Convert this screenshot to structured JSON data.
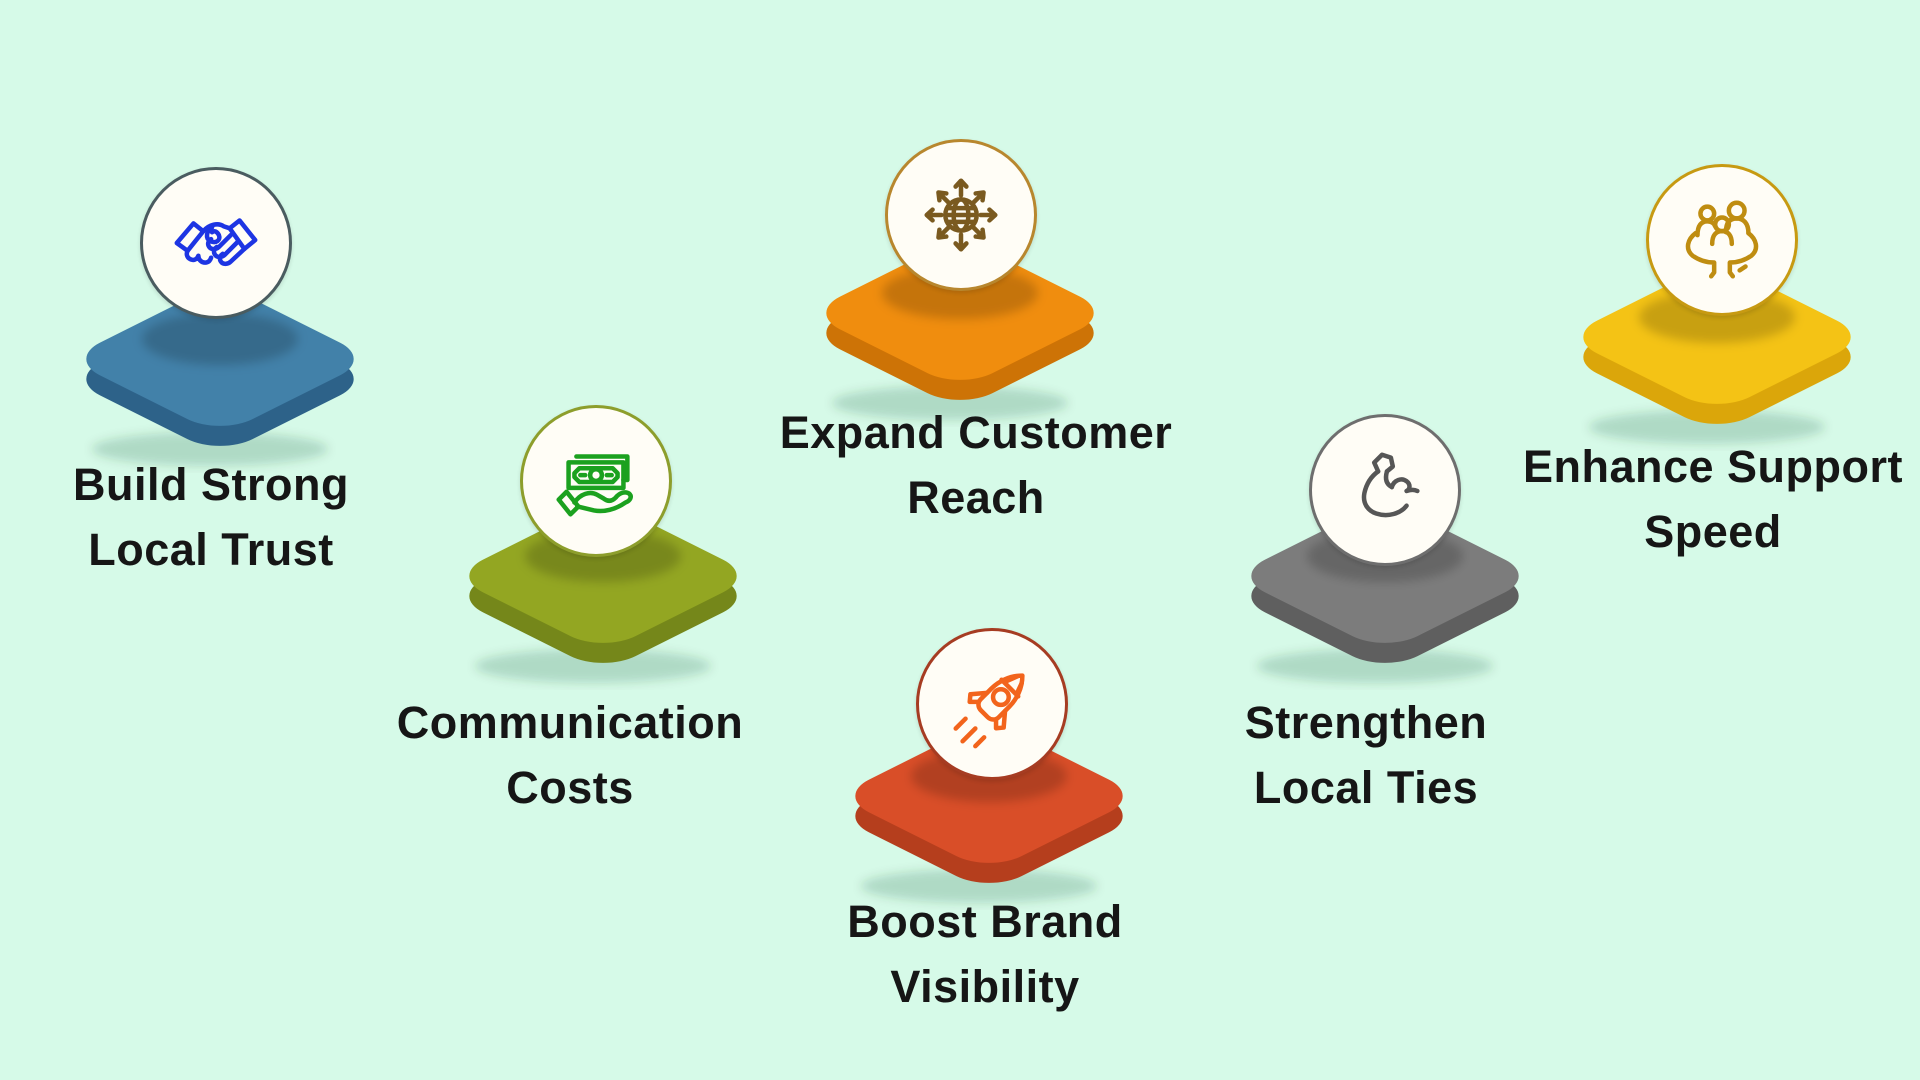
{
  "background_color": "#d6fae8",
  "text_color": "#161616",
  "items": [
    {
      "id": "build-strong-local-trust",
      "lines": [
        "Build Strong",
        "Local Trust"
      ],
      "icon": "handshake-icon",
      "platform_top": "#4281a9",
      "platform_side": "#2d6289",
      "ring": "#4a5c60",
      "icon_color": "#1d35e3",
      "style": "--top:#4281a9;--side:#2d6289;--ring:#4a5c60;--icon:#1d35e3"
    },
    {
      "id": "communication-costs",
      "lines": [
        "Communication",
        "Costs"
      ],
      "icon": "money-hand-icon",
      "platform_top": "#93a622",
      "platform_side": "#75871a",
      "ring": "#8d9e2c",
      "icon_color": "#1ba11f",
      "style": "--top:#93a622;--side:#75871a;--ring:#8d9e2c;--icon:#1ba11f"
    },
    {
      "id": "expand-customer-reach",
      "lines": [
        "Expand Customer",
        "Reach"
      ],
      "icon": "globe-arrows-icon",
      "platform_top": "#f08d0e",
      "platform_side": "#cd7306",
      "ring": "#b8872e",
      "icon_color": "#7a5a20",
      "style": "--top:#f08d0e;--side:#cd7306;--ring:#b8872e;--icon:#7a5a20"
    },
    {
      "id": "boost-brand-visibility",
      "lines": [
        "Boost Brand",
        "Visibility"
      ],
      "icon": "rocket-icon",
      "platform_top": "#d94e28",
      "platform_side": "#b53e1d",
      "ring": "#a63c22",
      "icon_color": "#f2641c",
      "style": "--top:#d94e28;--side:#b53e1d;--ring:#a63c22;--icon:#f2641c"
    },
    {
      "id": "strengthen-local-ties",
      "lines": [
        "Strengthen",
        "Local Ties"
      ],
      "icon": "muscle-arm-icon",
      "platform_top": "#7c7c7c",
      "platform_side": "#5f5f5f",
      "ring": "#6e6e6e",
      "icon_color": "#565656",
      "style": "--top:#7c7c7c;--side:#5f5f5f;--ring:#6e6e6e;--icon:#565656"
    },
    {
      "id": "enhance-support-speed",
      "lines": [
        "Enhance Support",
        "Speed"
      ],
      "icon": "family-hands-icon",
      "platform_top": "#f4c315",
      "platform_side": "#dba60a",
      "ring": "#c79a12",
      "icon_color": "#bf8d11",
      "style": "--top:#f4c315;--side:#dba60a;--ring:#c79a12;--icon:#bf8d11"
    }
  ]
}
